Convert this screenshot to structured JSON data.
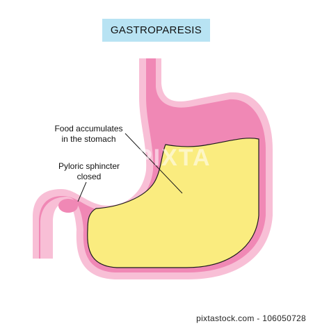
{
  "title": "GASTROPARESIS",
  "labels": {
    "food": "Food accumulates\nin the stomach",
    "pyloric": "Pyloric sphincter\nclosed"
  },
  "watermark": "PIXTA",
  "footer": {
    "text": "pixtastock.com - 106050728"
  },
  "colors": {
    "title_bg": "#b8e3f3",
    "outer_wall": "#f8bfd6",
    "inner_wall": "#f088b5",
    "food": "#faec7f",
    "outline": "#1a1a1a"
  }
}
